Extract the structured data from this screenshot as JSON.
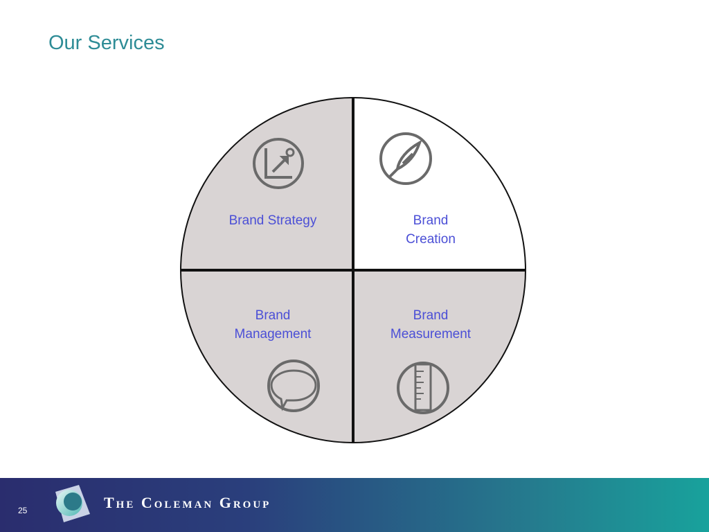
{
  "slide": {
    "title": "Our Services",
    "page_number": "25"
  },
  "colors": {
    "title": "#2e8c96",
    "quadrant_fill": "#d9d4d4",
    "highlight_fill": "#ffffff",
    "label": "#4b4fd6",
    "icon": "#6a6a6a"
  },
  "quadrants": [
    {
      "label": "Brand Strategy",
      "icon": "arrow-chart-icon",
      "highlighted": false
    },
    {
      "label": "Brand\nCreation",
      "icon": "pen-nib-icon",
      "highlighted": true
    },
    {
      "label": "Brand\nManagement",
      "icon": "speech-bubble-icon",
      "highlighted": false
    },
    {
      "label": "Brand\nMeasurement",
      "icon": "ruler-icon",
      "highlighted": false
    }
  ],
  "footer": {
    "company": "The Coleman Group",
    "logo": "coleman-logo-icon"
  }
}
